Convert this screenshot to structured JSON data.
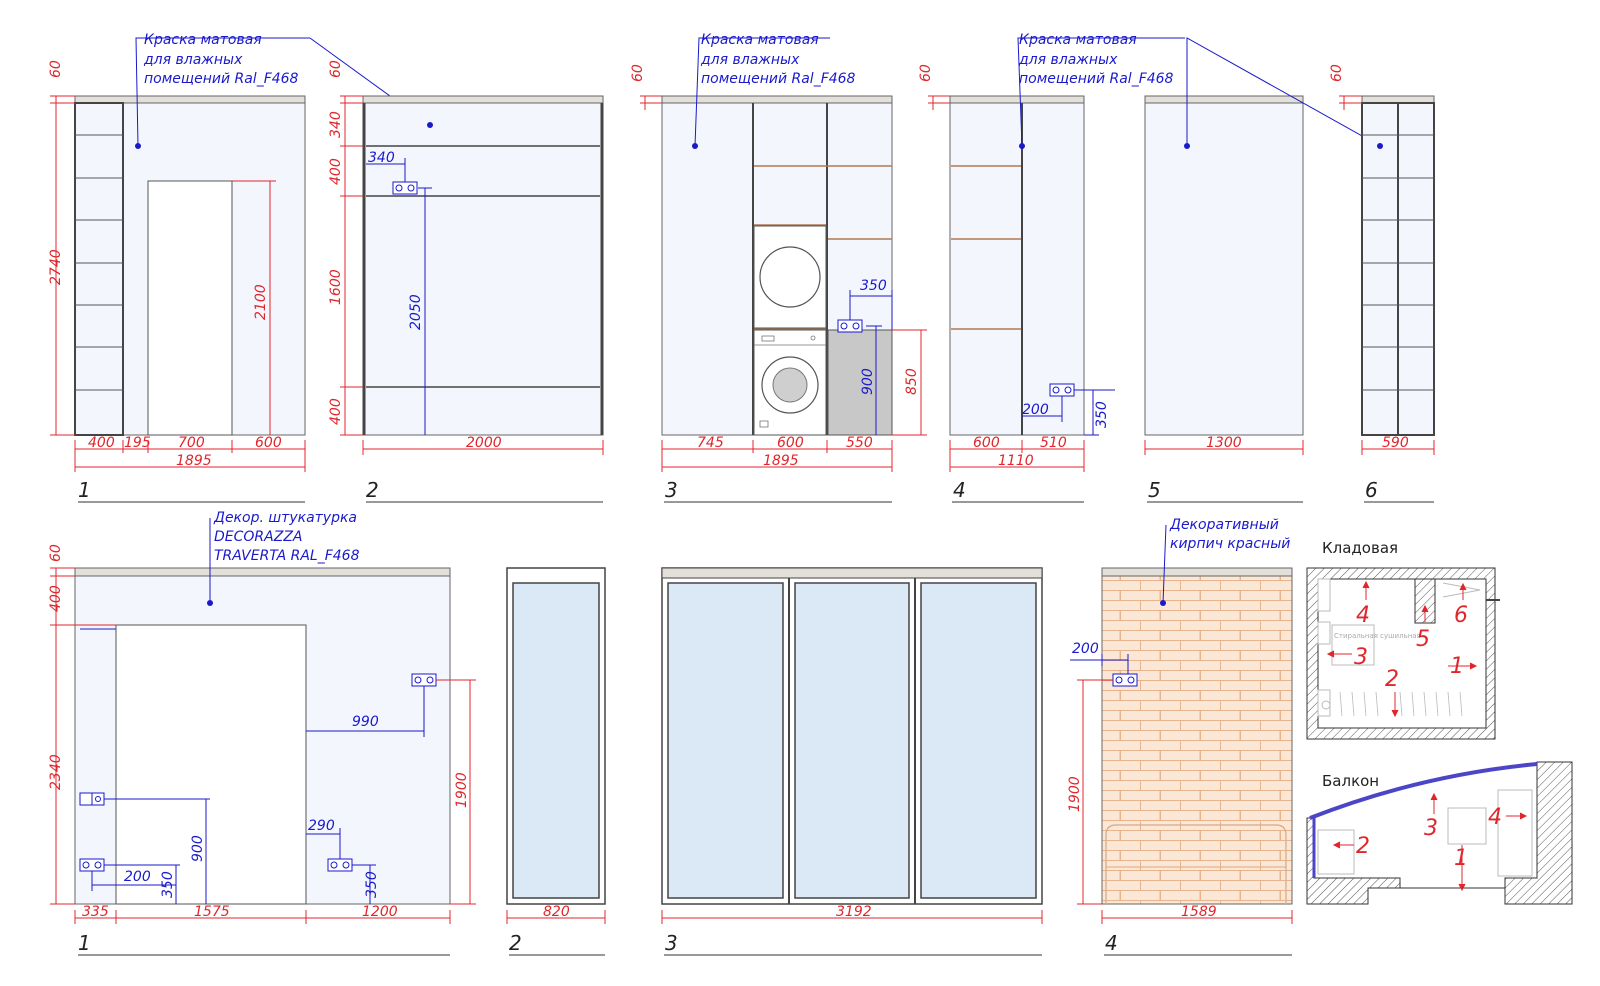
{
  "notes": {
    "paint_a": [
      "Краска матовая",
      "для влажных",
      "помещений  Ral_F468"
    ],
    "paint_b": [
      "Краска матовая",
      "для влажных",
      "помещений  Ral_F468"
    ],
    "paint_c": [
      "Краска матовая",
      "для влажных",
      "помещений  Ral_F468"
    ],
    "plaster": [
      "Декор. штукатурка",
      "DECORAZZA",
      "TRAVERTA RAL_F468"
    ],
    "brick": [
      "Декоративный",
      "кирпич красный"
    ],
    "plan_label": "Стиральная сушильная"
  },
  "rooms": {
    "pantry": "Кладовая",
    "balcony": "Балкон"
  },
  "elevations_top": [
    {
      "id": "1",
      "dims": {
        "h_top": "60",
        "h_total": "2740",
        "door_h": "2100",
        "w1": "400",
        "w2": "195",
        "w3": "700",
        "w4": "600",
        "total": "1895"
      }
    },
    {
      "id": "2",
      "dims": {
        "h_top": "60",
        "h1": "340",
        "h2": "400",
        "h3": "1600",
        "h4": "400",
        "socket_x": "340",
        "socket_h": "2050",
        "total": "2000"
      }
    },
    {
      "id": "3",
      "dims": {
        "h_top": "60",
        "socket_x": "350",
        "counter_h": "850",
        "socket_h": "900",
        "w1": "745",
        "w2": "600",
        "w3": "550",
        "total": "1895"
      }
    },
    {
      "id": "4",
      "dims": {
        "h_top": "60",
        "socket_x": "200",
        "socket_h": "350",
        "w1": "600",
        "w2": "510",
        "total": "1110"
      }
    },
    {
      "id": "5",
      "dims": {
        "total": "1300"
      }
    },
    {
      "id": "6",
      "dims": {
        "h_top": "60",
        "total": "590"
      }
    }
  ],
  "elevations_bottom": [
    {
      "id": "1",
      "dims": {
        "h_top": "60",
        "h1": "400",
        "h2": "2340",
        "d990": "990",
        "h1900": "1900",
        "d290": "290",
        "d200": "200",
        "h350a": "350",
        "h900": "900",
        "h350b": "350",
        "w1": "335",
        "w2": "1575",
        "w3": "1200"
      }
    },
    {
      "id": "2",
      "dims": {
        "total": "820"
      }
    },
    {
      "id": "3",
      "dims": {
        "total": "3192"
      }
    },
    {
      "id": "4",
      "dims": {
        "d200": "200",
        "h1900": "1900",
        "total": "1589"
      }
    }
  ],
  "plan_markers": {
    "pantry": [
      "1",
      "2",
      "3",
      "4",
      "5",
      "6"
    ],
    "balcony": [
      "1",
      "2",
      "3",
      "4"
    ]
  },
  "colors": {
    "dimension": "#e0262c",
    "annotation": "#1a1acc",
    "wall": "#f4f6fd",
    "glass": "#dbe8f6",
    "brick": "#fbe7d6",
    "counter": "#c8c8c8"
  }
}
